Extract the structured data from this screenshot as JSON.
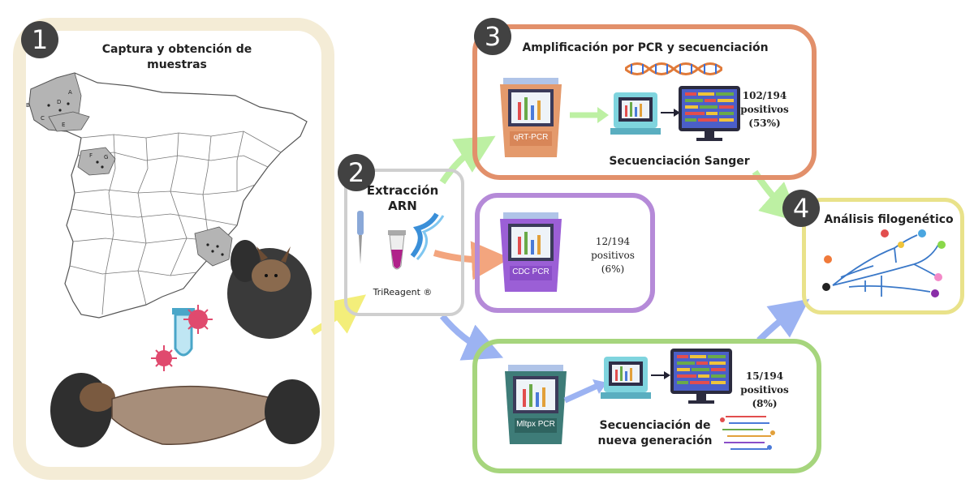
{
  "steps": [
    "1",
    "2",
    "3",
    "4"
  ],
  "step1": {
    "title_line1": "Captura y obtención de",
    "title_line2": "muestras",
    "map_labels": [
      "A",
      "B",
      "C",
      "D",
      "E",
      "F",
      "G"
    ]
  },
  "step2": {
    "title_line1": "Extracción",
    "title_line2": "ARN",
    "reagent": "TriReagent ®"
  },
  "step3": {
    "title": "Amplificación por PCR y secuenciación",
    "machine": "qRT-PCR",
    "method": "Secuenciación Sanger",
    "result_line1": "102/194",
    "result_line2": "positivos",
    "result_line3": "(53%)"
  },
  "cdc": {
    "machine": "CDC PCR",
    "result_line1": "12/194",
    "result_line2": "positivos",
    "result_line3": "(6%)"
  },
  "ngs": {
    "machine": "Mltpx PCR",
    "method_line1": "Secuenciación de",
    "method_line2": "nueva generación",
    "result_line1": "15/194",
    "result_line2": "positivos",
    "result_line3": "(8%)"
  },
  "step4": {
    "title": "Análisis filogenético"
  },
  "colors": {
    "step1": "#f4ecd6",
    "step2": "#cfcfcf",
    "step3": "#e2906b",
    "cdc": "#b58ad8",
    "ngs": "#a6d57d",
    "step4": "#e9e28a",
    "arrow_yellow": "#f3ee7a",
    "arrow_green": "#bdf0a3",
    "arrow_orange": "#f3a57e",
    "arrow_blue": "#9cb3f2"
  }
}
